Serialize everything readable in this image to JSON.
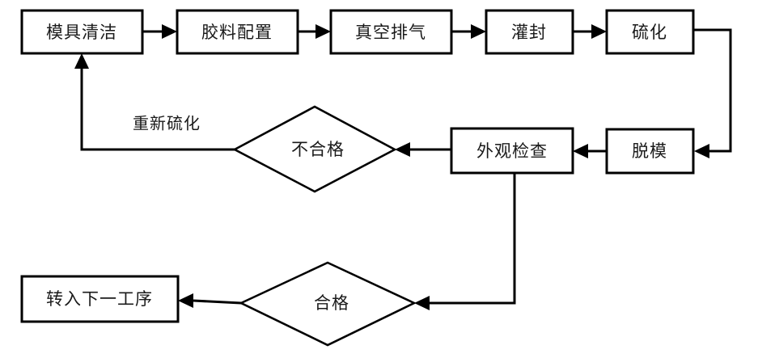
{
  "diagram": {
    "type": "flowchart",
    "title": "",
    "orientation": "left-to-right with feedback loop",
    "nodes": [
      {
        "id": "n1",
        "shape": "rect",
        "label": "模具清洁"
      },
      {
        "id": "n2",
        "shape": "rect",
        "label": "胶料配置"
      },
      {
        "id": "n3",
        "shape": "rect",
        "label": "真空排气"
      },
      {
        "id": "n4",
        "shape": "rect",
        "label": "灌封"
      },
      {
        "id": "n5",
        "shape": "rect",
        "label": "硫化"
      },
      {
        "id": "n6",
        "shape": "rect",
        "label": "脱模"
      },
      {
        "id": "n7",
        "shape": "rect",
        "label": "外观检查"
      },
      {
        "id": "d1",
        "shape": "diamond",
        "label": "不合格"
      },
      {
        "id": "d2",
        "shape": "diamond",
        "label": "合格"
      },
      {
        "id": "n8",
        "shape": "rect",
        "label": "转入下一工序"
      }
    ],
    "edges": [
      {
        "from": "n1",
        "to": "n2",
        "label": ""
      },
      {
        "from": "n2",
        "to": "n3",
        "label": ""
      },
      {
        "from": "n3",
        "to": "n4",
        "label": ""
      },
      {
        "from": "n4",
        "to": "n5",
        "label": ""
      },
      {
        "from": "n5",
        "to": "n6",
        "label": ""
      },
      {
        "from": "n6",
        "to": "n7",
        "label": ""
      },
      {
        "from": "n7",
        "to": "d1",
        "label": ""
      },
      {
        "from": "d1",
        "to": "n1",
        "label": "重新硫化"
      },
      {
        "from": "n7",
        "to": "d2",
        "label": ""
      },
      {
        "from": "d2",
        "to": "n8",
        "label": ""
      }
    ],
    "edge_labels": {
      "rework": "重新硫化"
    },
    "colors": {
      "stroke": "#000000",
      "fill": "#ffffff",
      "text": "#1a1a1a",
      "background": "#ffffff"
    }
  }
}
